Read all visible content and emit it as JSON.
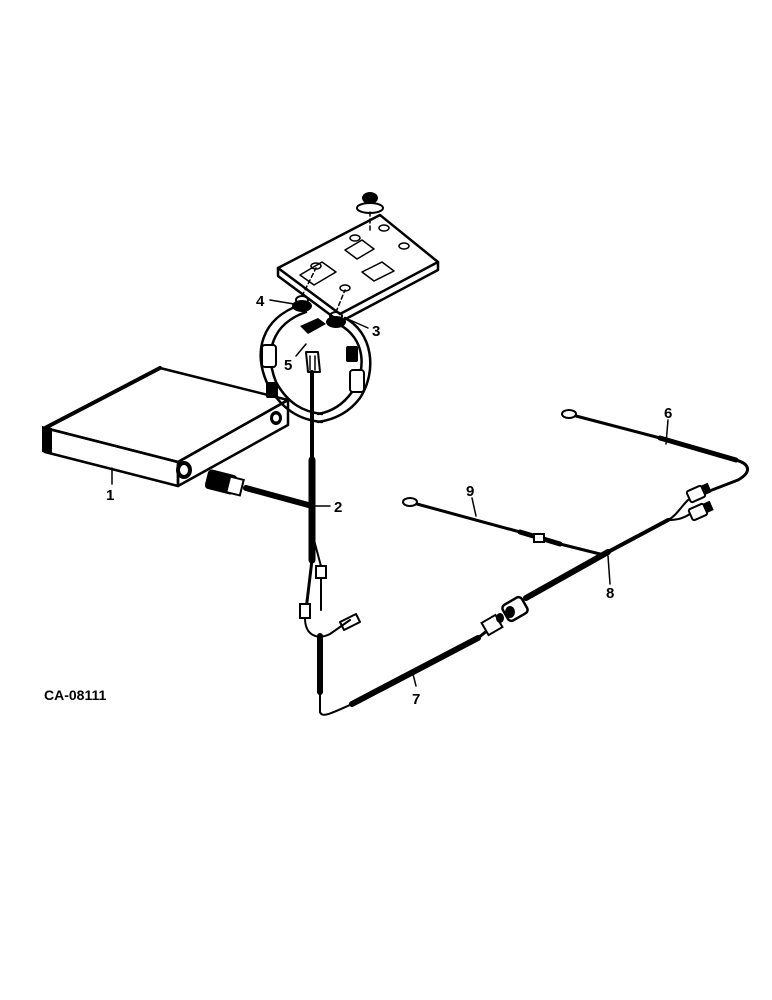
{
  "callouts": {
    "c1": "1",
    "c2": "2",
    "c3": "3",
    "c4": "4",
    "c5": "5",
    "c6": "6",
    "c7": "7",
    "c8": "8",
    "c9": "9"
  },
  "figure_id": "CA-08111"
}
